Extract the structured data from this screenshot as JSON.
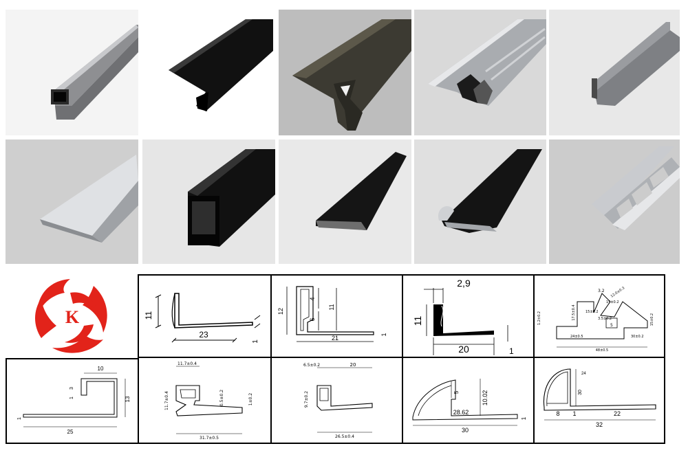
{
  "photos": [
    {
      "id": "p1",
      "finish": "silver-matte",
      "bg": "#f4f4f4"
    },
    {
      "id": "p2",
      "finish": "black",
      "bg": "#ffffff"
    },
    {
      "id": "p3",
      "finish": "bronze",
      "bg": "#bdbdbd"
    },
    {
      "id": "p4",
      "finish": "silver-bright",
      "bg": "#d9d9d9"
    },
    {
      "id": "p5",
      "finish": "silver-matte",
      "bg": "#e8e8e8"
    },
    {
      "id": "p6",
      "finish": "silver-bright",
      "bg": "#cfcfcf"
    },
    {
      "id": "p7",
      "finish": "black",
      "bg": "#e6e6e6"
    },
    {
      "id": "p8",
      "finish": "black",
      "bg": "#e9e9e9"
    },
    {
      "id": "p9",
      "finish": "black",
      "bg": "#e0e0e0"
    },
    {
      "id": "p10",
      "finish": "silver-bright",
      "bg": "#cccccc"
    }
  ],
  "logo": {
    "letter": "K",
    "color": "#e2231a"
  },
  "drawings": {
    "d1": {
      "h": "11",
      "w": "23",
      "t": "1"
    },
    "d2": {
      "h": "12",
      "a": "4",
      "b": "6",
      "c": "11",
      "w": "21",
      "t": "1"
    },
    "d3": {
      "top": "2,9",
      "h": "11",
      "w": "20",
      "t": "1"
    },
    "d4": {
      "a": "3.2",
      "b": "1.2±0.2",
      "c": "15±0.2",
      "d": "3.5±0.2",
      "e": "12.0±0.3",
      "f": "17.5±0.4",
      "g": "15±0.2",
      "h": "15±0.2",
      "i": "24±0.5",
      "j": "30±0.2",
      "k": "48±0.5",
      "l": "5"
    },
    "d5": {
      "top": "10",
      "a": "3",
      "b": "1",
      "h": "13",
      "t": "1",
      "w": "25"
    },
    "d6": {
      "top": "11.7±0.4",
      "l": "11.7±0.4",
      "m": "0.5±0.2",
      "r": "1±0.2",
      "w": "31.7±0.5"
    },
    "d7": {
      "a": "6.5±0.2",
      "b": "20",
      "l": "9.7±0.2",
      "w": "26.5±0.4"
    },
    "d8": {
      "a": "5",
      "b": "10.02",
      "c": "28.62",
      "t": "1",
      "w": "30"
    },
    "d9": {
      "a": "24",
      "b": "30",
      "c": "8",
      "d": "1",
      "e": "22",
      "w": "32"
    }
  }
}
